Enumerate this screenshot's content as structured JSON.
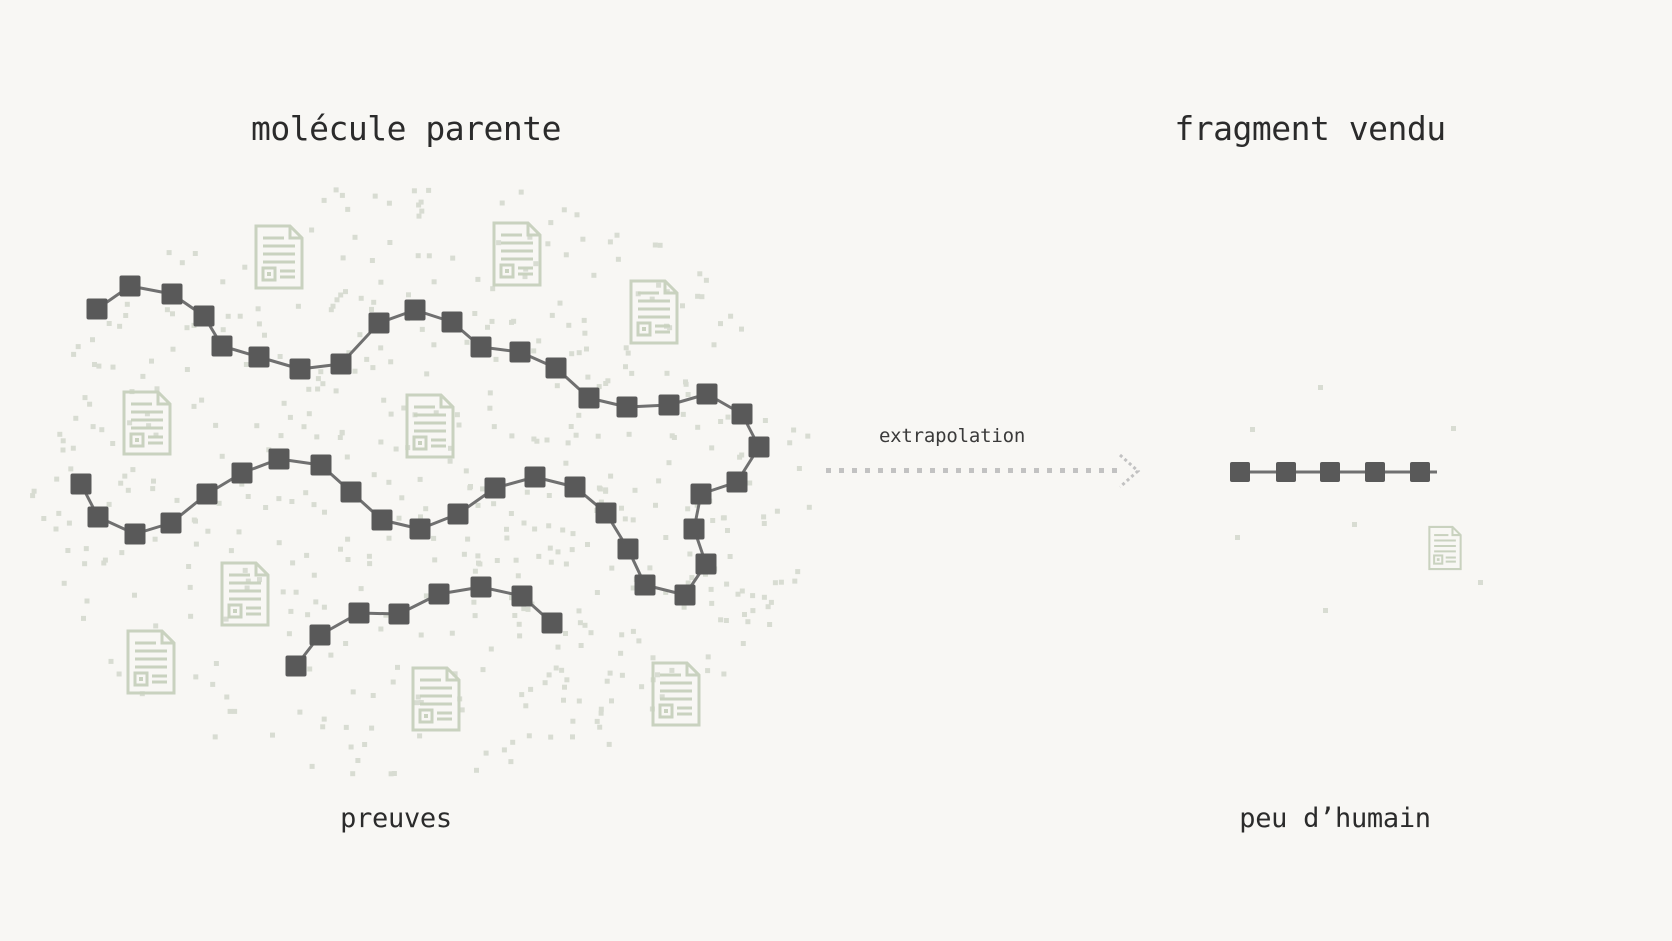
{
  "left_title": "molécule parente",
  "right_title": "fragment vendu",
  "arrow_label": "extrapolation",
  "left_caption": "preuves",
  "right_caption": "peu d’humain",
  "colors": {
    "background": "#f8f7f4",
    "node": "#595959",
    "bond": "#707070",
    "document": "#c9d2bf",
    "dots": "#d8dcd2",
    "arrow": "#c2c2c2"
  },
  "icons": {
    "node": "square-atom",
    "document": "document-icon",
    "arrow": "dotted-arrow-icon"
  }
}
